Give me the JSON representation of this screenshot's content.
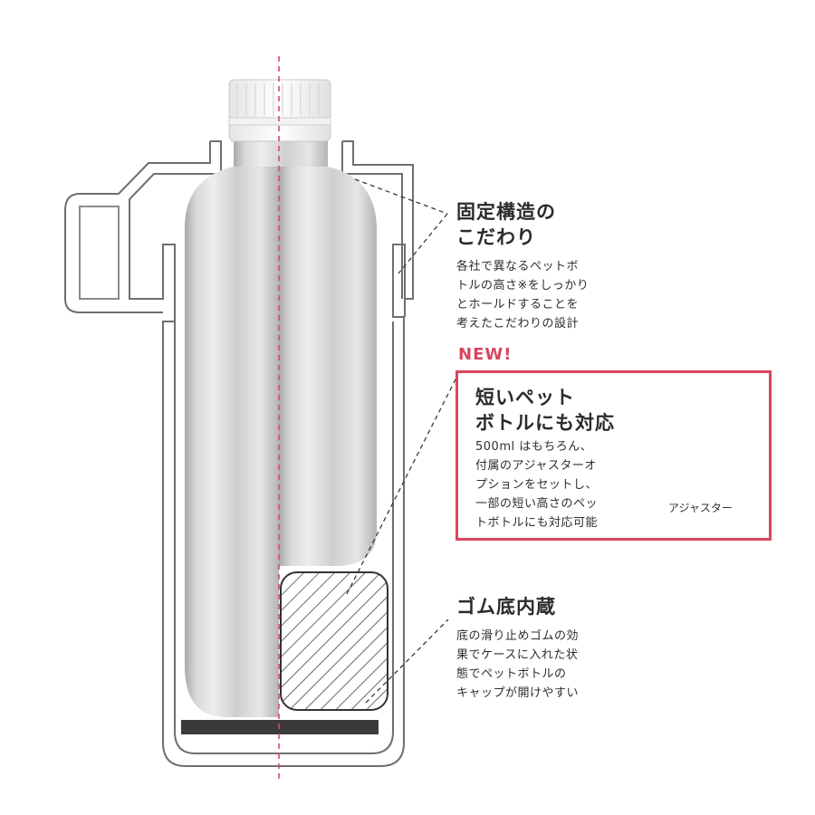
{
  "fixing": {
    "heading": [
      "固定構造の",
      "こだわり"
    ],
    "lines": [
      "各社で異なるペットボ",
      "トルの高さ※をしっかり",
      "とホールドすることを",
      "考えたこだわりの設計"
    ]
  },
  "new_feature": {
    "badge": "NEW!",
    "heading": [
      "短いペット",
      "ボトルにも対応"
    ],
    "lines": [
      "500ml はもちろん、",
      "付属のアジャスターオ",
      "プションをセットし、",
      "一部の短い高さのペッ",
      "トボトルにも対応可能"
    ],
    "adjuster_label": "アジャスター",
    "accent_color": "#d9455f"
  },
  "rubber": {
    "heading": "ゴム底内蔵",
    "lines": [
      "底の滑り止めゴムの効",
      "果でケースに入れた状",
      "態でペットボトルの",
      "キャップが開けやすい"
    ]
  },
  "colors": {
    "centerline": "#d9457a",
    "rubber_pad": "#3a3a3a",
    "adjuster": "#4a4a4c"
  }
}
